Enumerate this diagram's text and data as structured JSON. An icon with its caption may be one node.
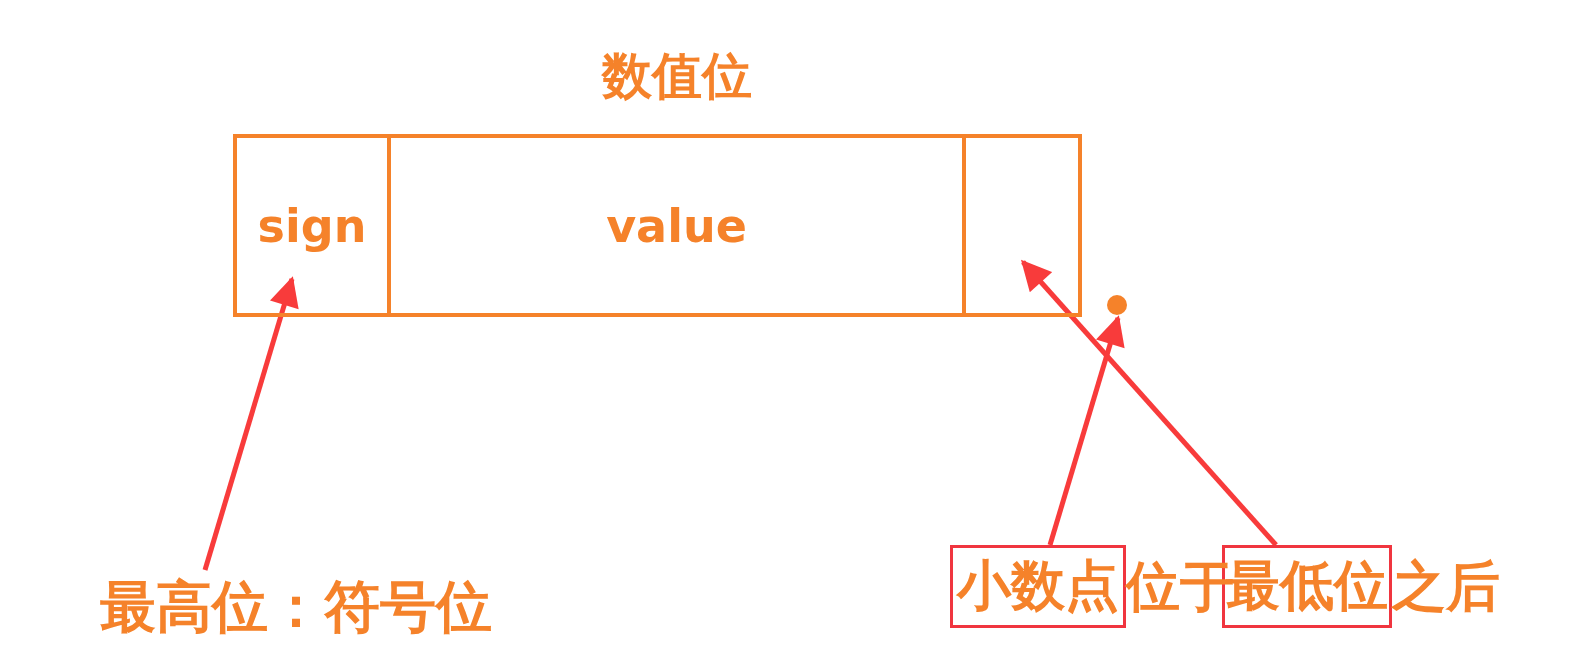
{
  "diagram": {
    "nodes": [
      {
        "text": [
          "sign"
        ]
      },
      {
        "text": [
          "数值位",
          "value"
        ]
      },
      {
        "text": [],
        "shape": "box"
      },
      {
        "text": [],
        "shape": "circle"
      },
      {
        "text": [
          "最高位：符号位"
        ]
      },
      {
        "text": [
          "小数点"
        ]
      },
      {
        "text": [
          "最低位"
        ]
      }
    ],
    "edges": [
      {
        "from": 4,
        "to": 0,
        "arrow": "to"
      },
      {
        "from": 5,
        "to": 3,
        "arrow": "to"
      },
      {
        "from": 6,
        "to": 2,
        "arrow": "to"
      }
    ],
    "labels": [
      "位于",
      "之后"
    ]
  }
}
